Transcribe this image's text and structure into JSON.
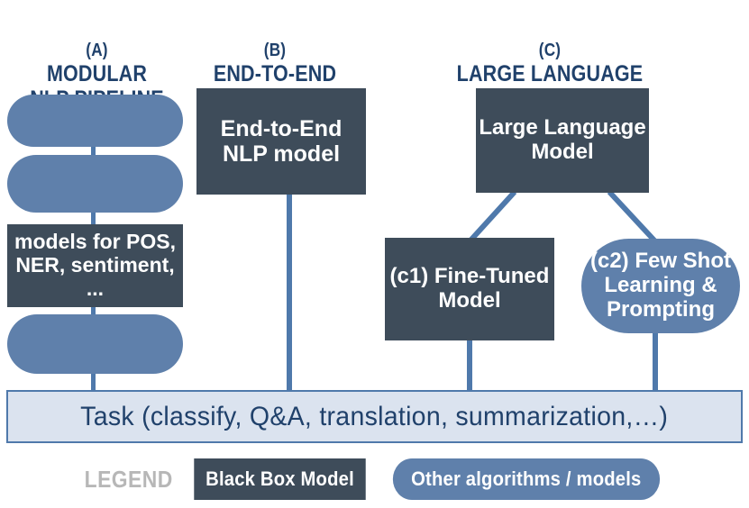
{
  "columns": [
    {
      "id": "a",
      "marker": "(A)",
      "title": "MODULAR\nNLP PIPELINE"
    },
    {
      "id": "b",
      "marker": "(B)",
      "title": "END-TO-END\nMODELS"
    },
    {
      "id": "c",
      "marker": "(C)",
      "title": "LARGE LANGUAGE\nMODELS"
    }
  ],
  "nodes": {
    "pipeline_stage_1": "",
    "pipeline_stage_2": "",
    "pipeline_models_box": "models for POS,\nNER, sentiment, ...",
    "pipeline_stage_4": "",
    "end_to_end_model": "End-to-End\nNLP model",
    "large_language_model": "Large Language\nModel",
    "fine_tuned_model": "(c1) Fine-Tuned\nModel",
    "few_shot": "(c2) Few Shot\nLearning &\nPrompting"
  },
  "task_bar": {
    "label": "Task (classify, Q&A, translation, summarization,…)"
  },
  "legend": {
    "title": "LEGEND",
    "items": [
      {
        "label": "Black Box Model",
        "shape": "rectangle",
        "color": "#3e4c5a"
      },
      {
        "label": "Other algorithms / models",
        "shape": "pill",
        "color": "#5f80ab"
      }
    ]
  },
  "colors": {
    "dark_box": "#3e4c5a",
    "blue_shape": "#5f80ab",
    "heading_text": "#20416b",
    "connector": "#4f79ab",
    "task_bar_fill": "#dbe3ef",
    "task_bar_border": "#4f79ab",
    "legend_word": "#b7b7b7",
    "background": "#ffffff"
  }
}
